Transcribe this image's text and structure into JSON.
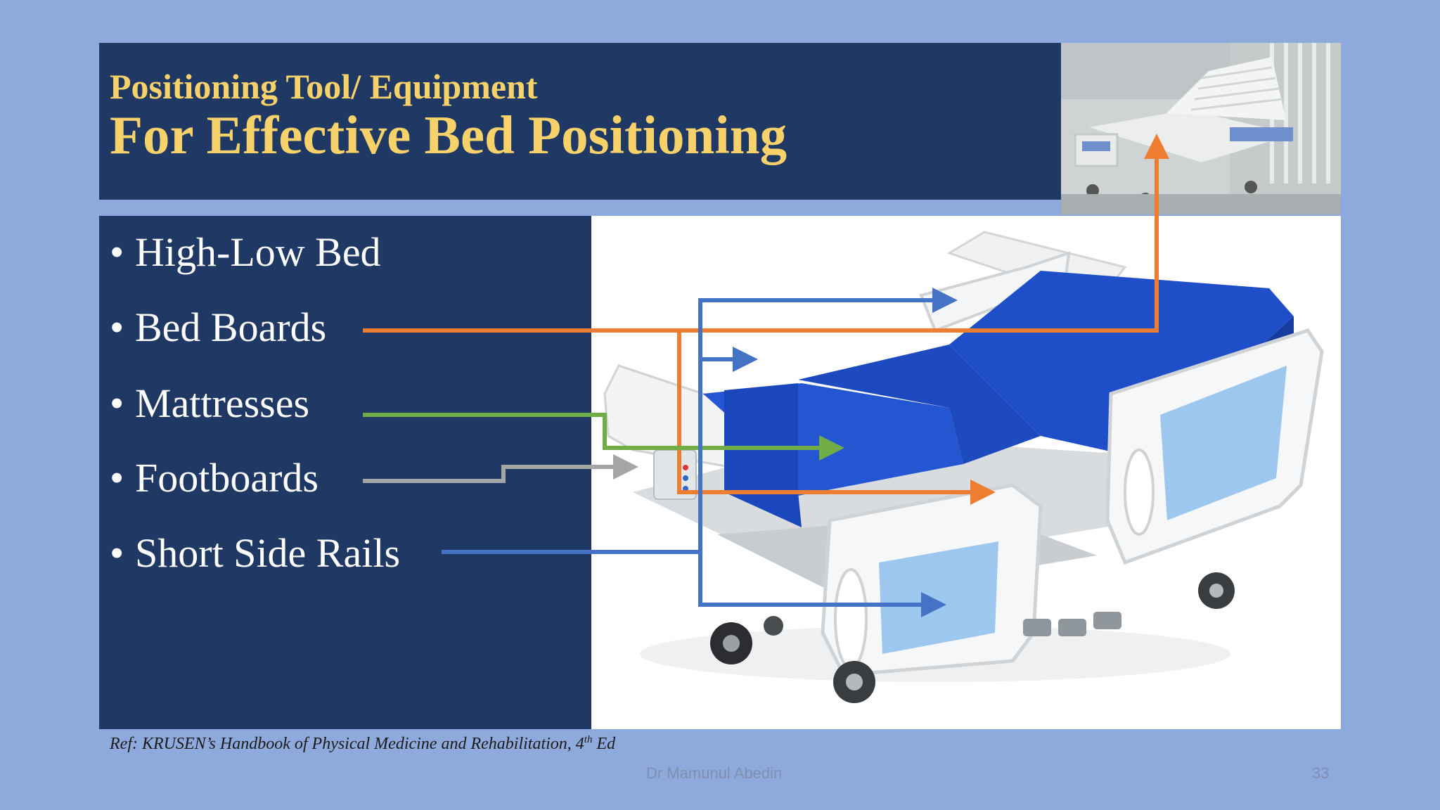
{
  "slide": {
    "subtitle": "Positioning Tool/ Equipment",
    "title": "For Effective Bed Positioning",
    "bullets": [
      {
        "label": "High-Low Bed"
      },
      {
        "label": "Bed Boards"
      },
      {
        "label": "Mattresses"
      },
      {
        "label": "Footboards"
      },
      {
        "label": "Short Side Rails"
      }
    ],
    "bullet_symbol": "•",
    "reference": {
      "prefix": "Ref: KRUSEN’s Handbook of Physical Medicine and Rehabilitation, 4",
      "superscript": "th",
      "suffix": " Ed"
    },
    "footer_author": "Dr Mamunul Abedin",
    "page_number": "33"
  },
  "colors": {
    "background": "#8eaadc",
    "panel": "#1f3864",
    "title": "#f7d26a",
    "arrow_bed_boards": "#ed7d31",
    "arrow_mattresses": "#70ad47",
    "arrow_footboards": "#a5a5a5",
    "arrow_side_rails": "#4472c4",
    "mattress": "#1f4fc8"
  },
  "images": {
    "main_photo": "hospital-bed-photo",
    "thumbnail": "hospital-bed-thumbnail"
  }
}
